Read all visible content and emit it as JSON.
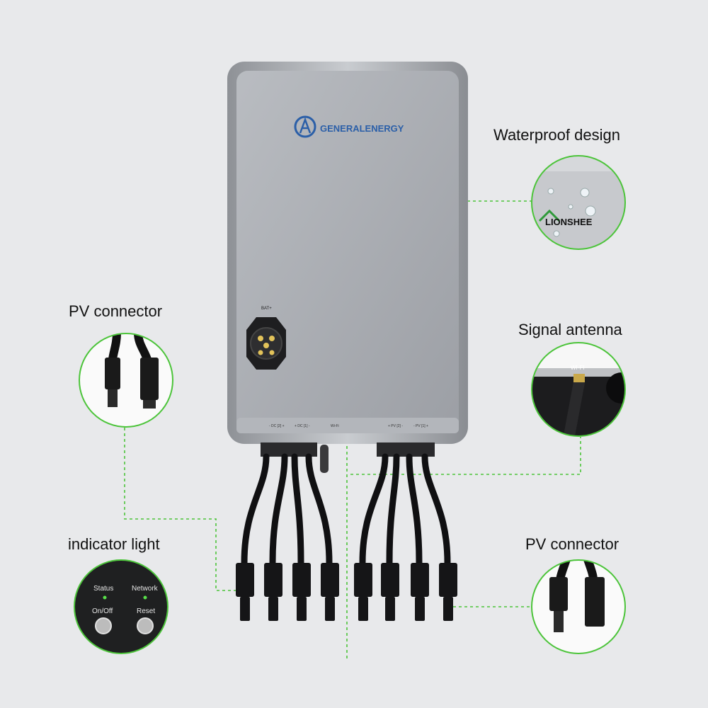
{
  "brand": {
    "name": "GENERALENERGY",
    "color": "#2b5fa8"
  },
  "accent_color": "#4cc43a",
  "callouts": {
    "waterproof": "Waterproof design",
    "pv_left": "PV connector",
    "antenna": "Signal antenna",
    "indicator": "indicator light",
    "pv_right": "PV connector"
  },
  "port_labels": {
    "bat": "BAT+",
    "dc2": "- DC [2] +",
    "dc1": "+ DC [1] -",
    "wifi": "Wi-Fi",
    "pv2": "+ PV [2] -",
    "pv1": "- PV [1] +"
  },
  "waterproof_inset": {
    "watermark": "LIONSHEE"
  },
  "antenna_inset": {
    "label": "WI-FI"
  },
  "indicator_panel": {
    "status": "Status",
    "network": "Network",
    "onoff": "On/Off",
    "reset": "Reset"
  }
}
